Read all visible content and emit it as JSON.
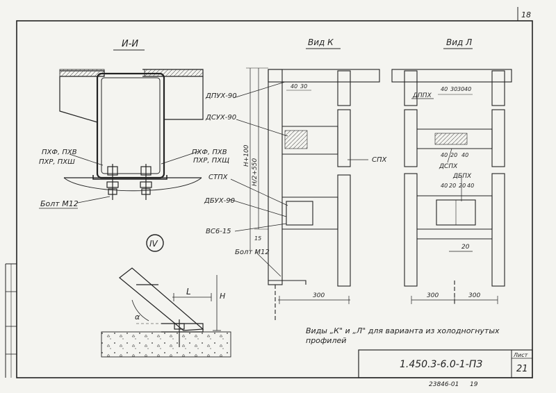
{
  "sheet": {
    "page_corner": "18",
    "list_label": "Лист",
    "list_number": "21",
    "code": "1.450.3-6.0-1-ПЗ",
    "archive_number": "23846-01",
    "archive_page": "19"
  },
  "section_ii": {
    "title": "И-И",
    "callout_left_1": "ПХФ, ПХВ",
    "callout_left_2": "ПХР, ПХШ",
    "callout_right_1": "ПХФ, ПХВ",
    "callout_right_2": "ПХР, ПХЩ",
    "bolt": "Болт М12"
  },
  "node_iv": {
    "marker": "IV",
    "dim_l": "L",
    "dim_h": "H",
    "angle": "α"
  },
  "view_k": {
    "title": "Вид К",
    "labels": [
      "ДПУХ-90",
      "ДСУХ-90",
      "СТПХ",
      "ДБУХ-90",
      "ВС6-15",
      "Болт М12",
      "СПХ"
    ],
    "dims": [
      "40",
      "30",
      "300",
      "15"
    ],
    "dim_h_total": "H+100",
    "dim_h_half": "H/2+550"
  },
  "view_l": {
    "title": "Вид Л",
    "labels": [
      "ДППХ",
      "ДСПХ",
      "ДБПХ"
    ],
    "dims_top": [
      "40",
      "30",
      "30",
      "40"
    ],
    "dims_mid": [
      "40",
      "20",
      "40"
    ],
    "dims_low": [
      "40",
      "20",
      "20",
      "40"
    ],
    "dim_20": "20",
    "dim_300_left": "300",
    "dim_300_right": "300"
  },
  "note": {
    "line1": "Виды „К\" и „Л\" для варианта из холодногнутых",
    "line2": "профилей"
  }
}
